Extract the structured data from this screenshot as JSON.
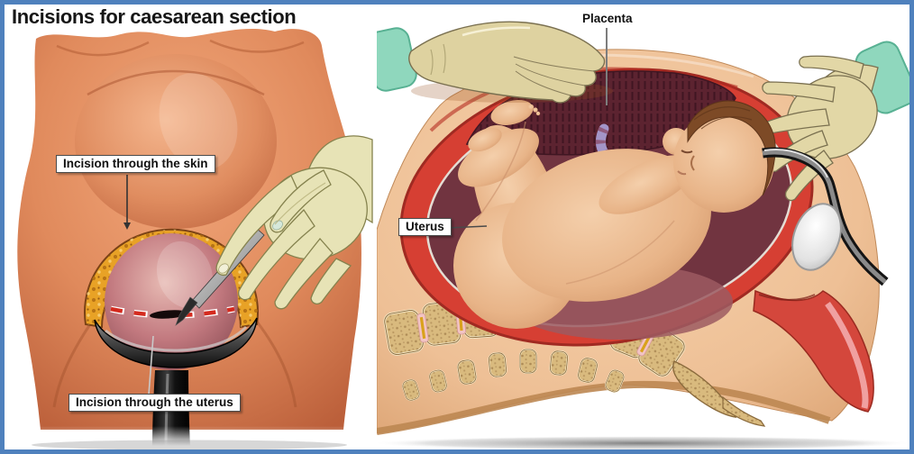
{
  "title": "Incisions for caesarean section",
  "panels": {
    "front_view": {
      "description": "front view of abdomen with skin incision opened, scalpel cutting uterus",
      "labels": {
        "skin": "Incision through the skin",
        "uterus": "Incision through the uterus"
      }
    },
    "side_view": {
      "description": "sagittal cross-section of pregnant abdomen with baby delivered through incision",
      "labels": {
        "placenta": "Placenta",
        "uterus": "Uterus"
      }
    }
  },
  "colors": {
    "frame_border": "#4f81bd",
    "background": "#ffffff",
    "skin_front": "#d87c50",
    "skin_side": "#f0c59c",
    "fat_layer": "#e8a226",
    "uterus_dome": "#b06a6d",
    "uterus_wall": "#d63f33",
    "uterus_interior": "#713440",
    "placenta": "#5c2330",
    "umbilical_cord": "#a395c8",
    "glove": "#e2d7a6",
    "glove_cuff": "#8fd7bd",
    "bone": "#d9ba7e",
    "incision_dash": "#d42a1e",
    "retractor": "#2a2a2a"
  }
}
